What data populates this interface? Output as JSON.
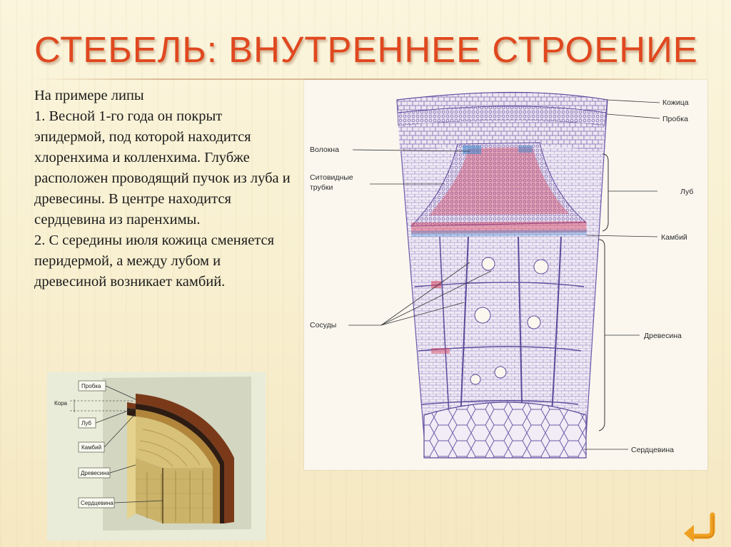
{
  "slide": {
    "title": "СТЕБЕЛЬ: ВНУТРЕННЕЕ СТРОЕНИЕ",
    "paragraphs": [
      "На примере липы",
      "1. Весной 1-го года он покрыт эпидермой, под которой находится хлоренхима и колленхима. Глубже расположен проводящий пучок из луба и древесины. В центре находится сердцевина из паренхимы.",
      "2.  С середины июля кожица сменяется перидермой, а между лубом и древесиной возникает камбий."
    ]
  },
  "section_figure": {
    "labels": {
      "kozhitsa": "Кожица",
      "probka": "Пробка",
      "volokna": "Волокна",
      "sitovidnye_1": "Ситовидные",
      "sitovidnye_2": "трубки",
      "lub": "Луб",
      "kambiy": "Камбий",
      "sosudy": "Сосуды",
      "drevesina": "Древесина",
      "serdtsevina": "Сердцевина"
    }
  },
  "wedge_figure": {
    "labels": {
      "probka": "Пробка",
      "kora": "Кора",
      "lub": "Луб",
      "kambiy": "Камбий",
      "drevesina": "Древесина",
      "serdtsevina": "Сердцевина"
    }
  },
  "nav": {
    "icon": "return-arrow-icon"
  },
  "colors": {
    "title": "#e0481f",
    "tissue_outline": "#6a5aa8",
    "phloem_red": "#d8405a",
    "phloem_blue": "#3a8ad0",
    "bark_brown": "#7a3a1a",
    "wood_tan": "#d8c27a",
    "nav_orange": "#f0a020"
  }
}
